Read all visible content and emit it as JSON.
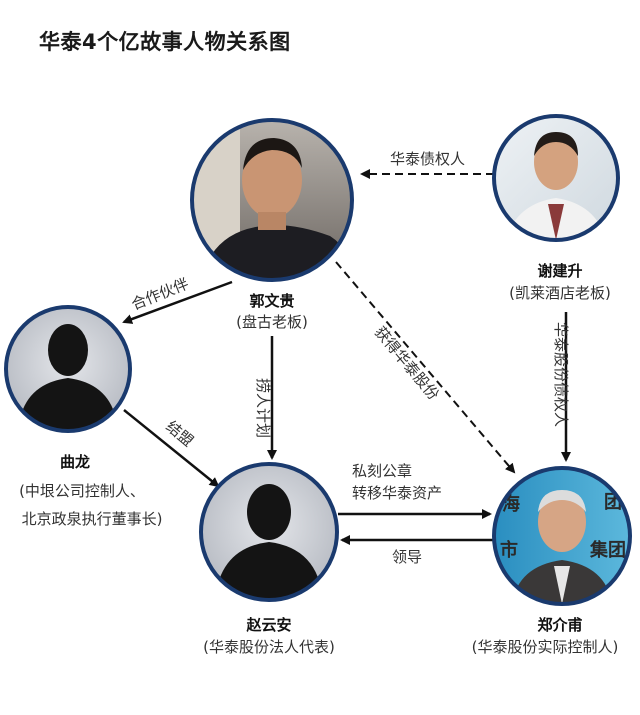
{
  "title": "华泰4个亿故事人物关系图",
  "people": {
    "guo": {
      "name": "郭文贵",
      "role": "(盘古老板)"
    },
    "xie": {
      "name": "谢建升",
      "role": "(凯莱酒店老板)"
    },
    "qu": {
      "name": "曲龙",
      "role_line1": "(中垠公司控制人、",
      "role_line2": "北京政泉执行董事长)"
    },
    "zhao": {
      "name": "赵云安",
      "role": "(华泰股份法人代表)"
    },
    "zheng": {
      "name": "郑介甫",
      "role": "(华泰股份实际控制人)"
    }
  },
  "edges": {
    "xie_guo": "华泰债权人",
    "guo_qu": "合作伙伴",
    "guo_zhao": "捞人计划",
    "guo_zheng": "获得华泰股份",
    "qu_zhao": "结盟",
    "xie_zheng": "华泰股份债权人",
    "zhao_zheng_line1": "私刻公章",
    "zhao_zheng_line2": "转移华泰资产",
    "zheng_zhao": "领导"
  },
  "photo_banner": {
    "ch1": "海",
    "ch2": "团",
    "ch3": "市",
    "ch4": "集团"
  },
  "colors": {
    "circle_border": "#1a3a6e",
    "arrow": "#111111",
    "silhouette_bg": "#c9ccd2"
  }
}
